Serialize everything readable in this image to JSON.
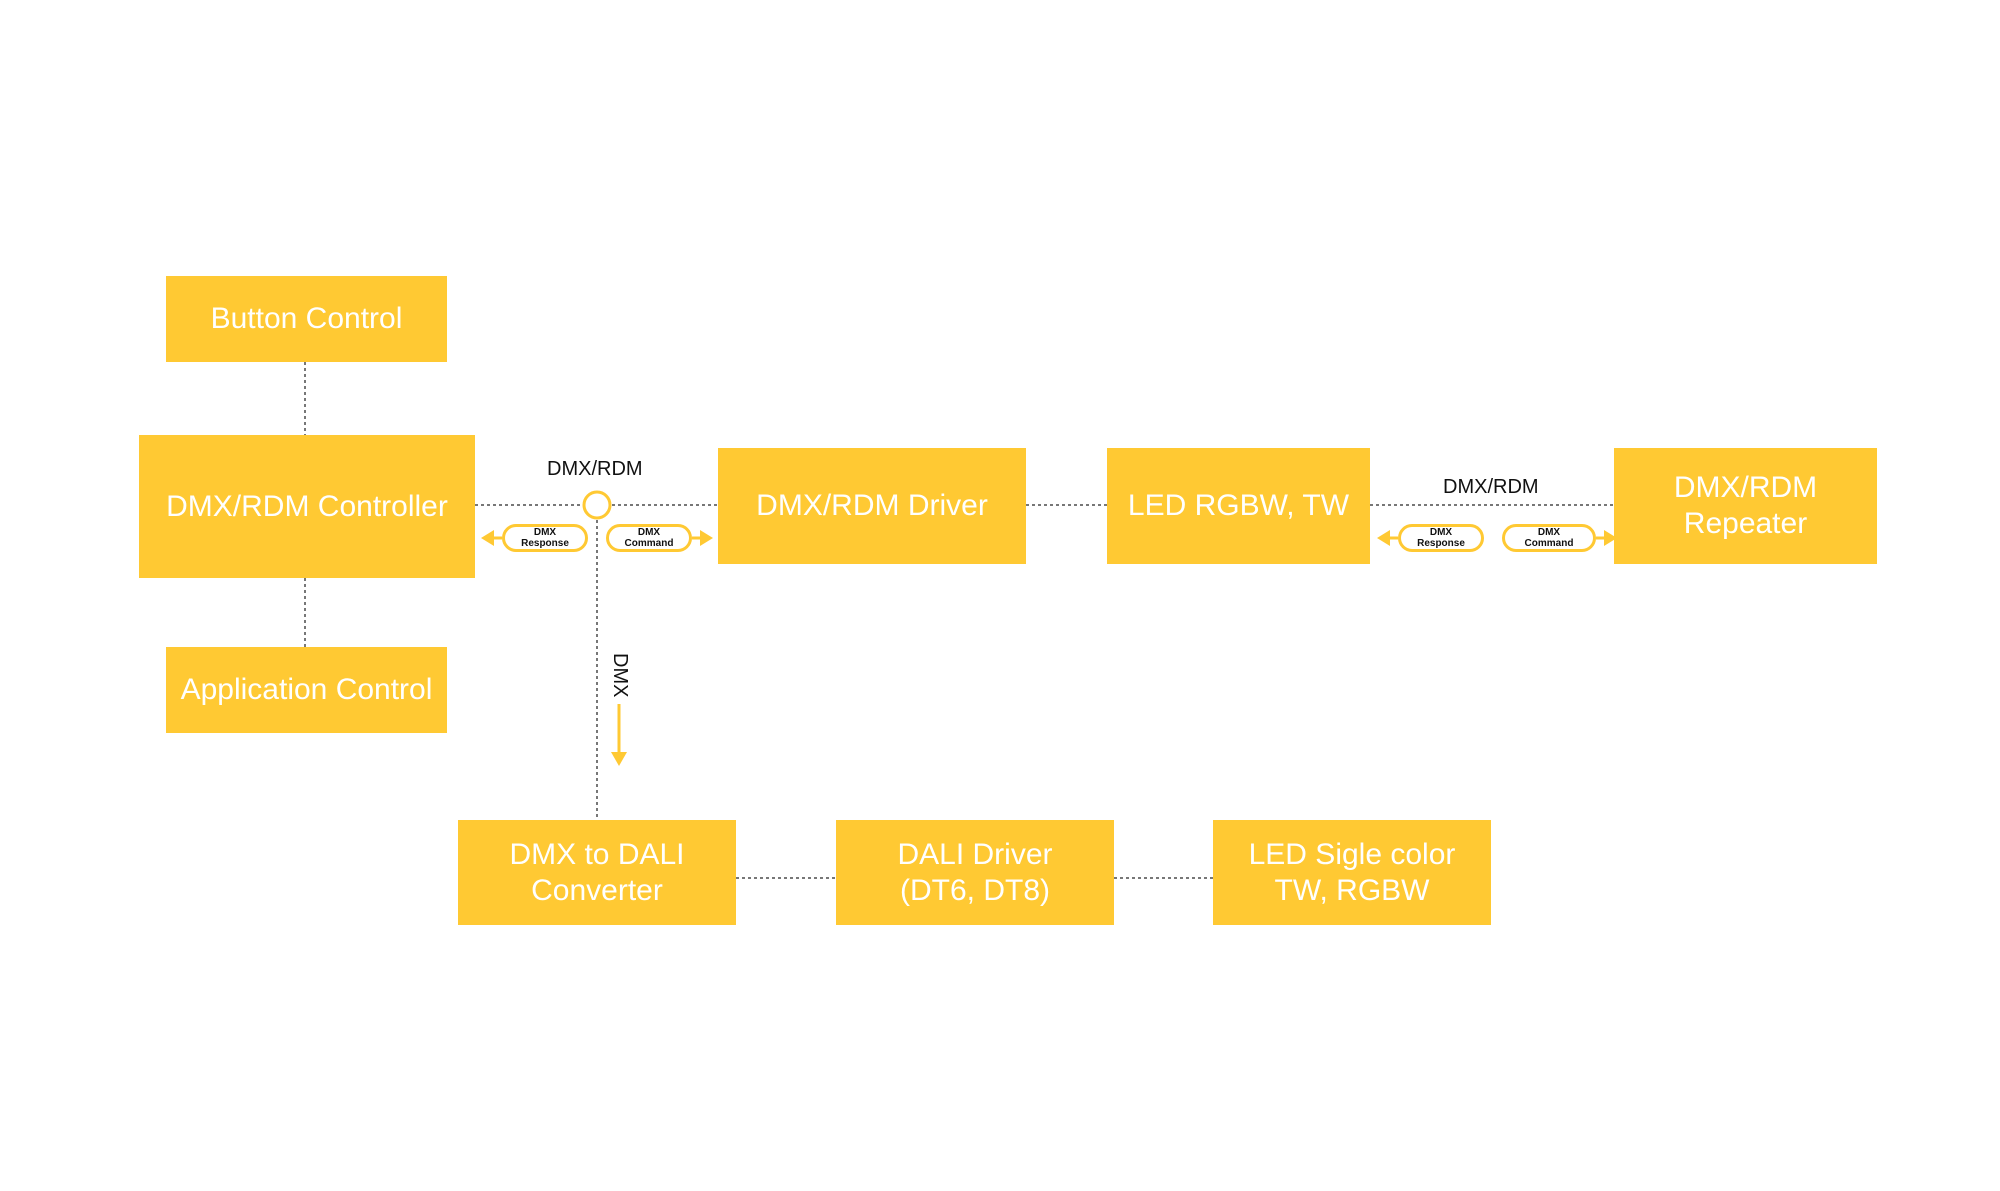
{
  "boxes": {
    "button_control": "Button Control",
    "dmx_rdm_controller": "DMX/RDM Controller",
    "application_control": "Application Control",
    "dmx_rdm_driver": "DMX/RDM Driver",
    "led_rgbw_tw": "LED RGBW, TW",
    "dmx_rdm_repeater": "DMX/RDM\nRepeater",
    "dmx_to_dali_converter": "DMX to DALI\nConverter",
    "dali_driver": "DALI Driver\n(DT6, DT8)",
    "led_single_color": "LED Sigle color\nTW, RGBW"
  },
  "links": {
    "bus_label_1": "DMX/RDM",
    "bus_label_2": "DMX/RDM",
    "branch_label": "DMX"
  },
  "pills": {
    "left_response": {
      "line1": "DMX",
      "line2": "Response"
    },
    "left_command": {
      "line1": "DMX",
      "line2": "Command"
    },
    "right_response": {
      "line1": "DMX",
      "line2": "Response"
    },
    "right_command": {
      "line1": "DMX",
      "line2": "Command"
    }
  },
  "colors": {
    "box_fill": "#FFC933",
    "connector": "#777777",
    "arrow": "#FFC933"
  }
}
